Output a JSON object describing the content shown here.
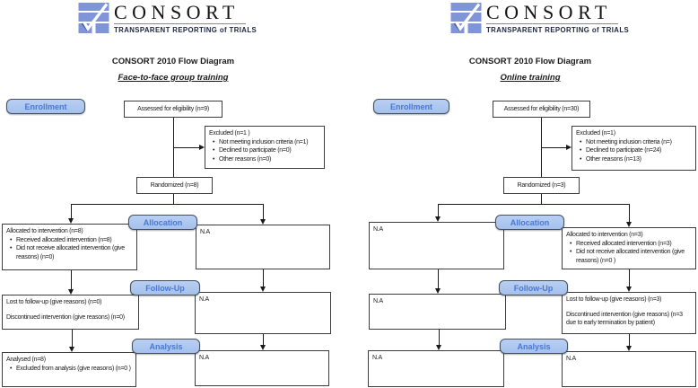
{
  "colors": {
    "logo_blue": "#8094d8",
    "logo_check_dark": "#4b5ca8",
    "tagline": "#1c2440",
    "badge_fill": "#b9d0f3",
    "badge_border": "#44505c",
    "badge_text": "#4a77d3",
    "box_border": "#3c3c3c",
    "line": "#1a1a1a",
    "text": "#1a1a1a"
  },
  "logo": {
    "name": "CONSORT",
    "tagline": "TRANSPARENT REPORTING of TRIALS"
  },
  "panels": [
    {
      "title": "CONSORT 2010 Flow Diagram",
      "subtitle": "Face-to-face group training",
      "stages": {
        "enrollment": "Enrollment",
        "allocation": "Allocation",
        "followup": "Follow-Up",
        "analysis": "Analysis"
      },
      "boxes": {
        "assessed": "Assessed for eligibility (n=9)",
        "excluded": [
          {
            "t": "Excluded  (n=1  )"
          },
          {
            "t": "Not meeting inclusion criteria (n=1)",
            "b": true
          },
          {
            "t": "Declined to participate (n=0)",
            "b": true
          },
          {
            "t": "Other reasons (n=0)",
            "b": true
          }
        ],
        "randomized": "Randomized (n=8)",
        "allocation_left": [
          {
            "t": "Allocated to intervention (n=8)"
          },
          {
            "t": "Received allocated intervention (n=8)",
            "b": true
          },
          {
            "t": "Did not receive allocated intervention (give reasons) (n=0)",
            "b": true
          }
        ],
        "allocation_right": [
          {
            "t": "N.A"
          }
        ],
        "followup_left": [
          {
            "t": "Lost to follow-up (give reasons) (n=0)"
          },
          {
            "t": ""
          },
          {
            "t": "Discontinued intervention (give reasons) (n=0)"
          }
        ],
        "followup_right": [
          {
            "t": "N.A"
          }
        ],
        "analysis_left": [
          {
            "t": "Analysed  (n=8)"
          },
          {
            "t": "Excluded from analysis (give reasons) (n=0 )",
            "b": true
          }
        ],
        "analysis_right": [
          {
            "t": "N.A"
          }
        ]
      }
    },
    {
      "title": "CONSORT 2010 Flow Diagram",
      "subtitle": "Online training",
      "stages": {
        "enrollment": "Enrollment",
        "allocation": "Allocation",
        "followup": "Follow-Up",
        "analysis": "Analysis"
      },
      "boxes": {
        "assessed": "Assessed for eligibility (n=30)",
        "excluded": [
          {
            "t": "Excluded  (n=1)"
          },
          {
            "t": "Not meeting inclusion criteria (n=)",
            "b": true
          },
          {
            "t": "Declined to participate (n=24)",
            "b": true
          },
          {
            "t": "Other reasons (n=13)",
            "b": true
          }
        ],
        "randomized": "Randomized (n=3)",
        "allocation_left": [
          {
            "t": "N.A"
          }
        ],
        "allocation_right": [
          {
            "t": "Allocated to intervention (n=3)"
          },
          {
            "t": "Received allocated intervention (n=3)",
            "b": true
          },
          {
            "t": "Did not receive allocated intervention (give reasons) (n=0 )",
            "b": true
          }
        ],
        "followup_left": [
          {
            "t": "N.A"
          }
        ],
        "followup_right": [
          {
            "t": "Lost to follow-up (give reasons) (n=3)"
          },
          {
            "t": ""
          },
          {
            "t": "Discontinued intervention (give reasons) (n=3 due to early termination by patient)"
          }
        ],
        "analysis_left": [
          {
            "t": "N.A"
          }
        ],
        "analysis_right": [
          {
            "t": "N.A"
          }
        ]
      }
    }
  ]
}
